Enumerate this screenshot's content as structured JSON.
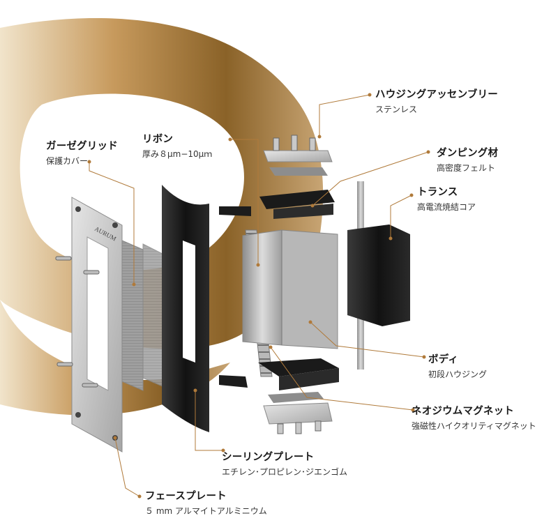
{
  "brand_mark": "AURUM",
  "colors": {
    "swirl_light": "#e9d7b8",
    "swirl_mid": "#b98a4e",
    "swirl_dark": "#6b4a1c",
    "leader": "#b07a3a",
    "metal": "#c9c9c9",
    "black_part": "#1c1c1c"
  },
  "labels": {
    "housing_assembly": {
      "title": "ハウジングアッセンブリー",
      "sub": "ステンレス"
    },
    "gauze_grid": {
      "title": "ガーゼグリッド",
      "sub": "保護カバー"
    },
    "ribbon": {
      "title": "リボン",
      "sub": "厚み８μm−10μｍ"
    },
    "damping": {
      "title": "ダンピング材",
      "sub": "高密度フェルト"
    },
    "transformer": {
      "title": "トランス",
      "sub": "高電流焼結コア"
    },
    "body": {
      "title": "ボディ",
      "sub": "初段ハウジング"
    },
    "magnet": {
      "title": "ネオジウムマグネット",
      "sub": "強磁性ハイクオリティマグネット"
    },
    "sealing_plate": {
      "title": "シーリングプレート",
      "sub": "エチレン･プロピレン･ジエンゴム"
    },
    "face_plate": {
      "title": "フェースプレート",
      "sub": "５ mm アルマイトアルミニウム"
    }
  }
}
